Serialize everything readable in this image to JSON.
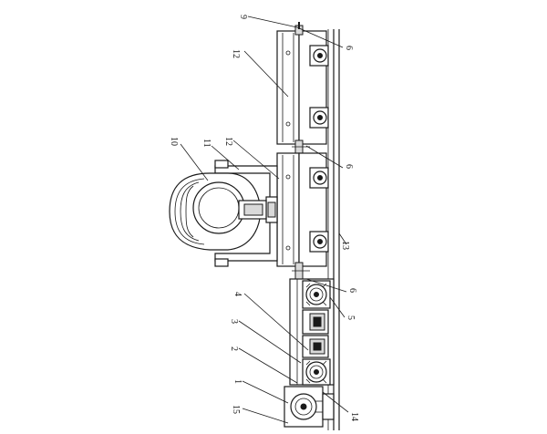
{
  "callouts": [
    {
      "id": "c9",
      "text": "9"
    },
    {
      "id": "c12a",
      "text": "12"
    },
    {
      "id": "c6a",
      "text": "6"
    },
    {
      "id": "c10",
      "text": "10"
    },
    {
      "id": "c11",
      "text": "11"
    },
    {
      "id": "c12b",
      "text": "12"
    },
    {
      "id": "c6b",
      "text": "6"
    },
    {
      "id": "c13",
      "text": "13"
    },
    {
      "id": "c4",
      "text": "4"
    },
    {
      "id": "c6c",
      "text": "6"
    },
    {
      "id": "c5",
      "text": "5"
    },
    {
      "id": "c3",
      "text": "3"
    },
    {
      "id": "c2",
      "text": "2"
    },
    {
      "id": "c1",
      "text": "1"
    },
    {
      "id": "c15",
      "text": "15"
    },
    {
      "id": "c14",
      "text": "14"
    }
  ]
}
